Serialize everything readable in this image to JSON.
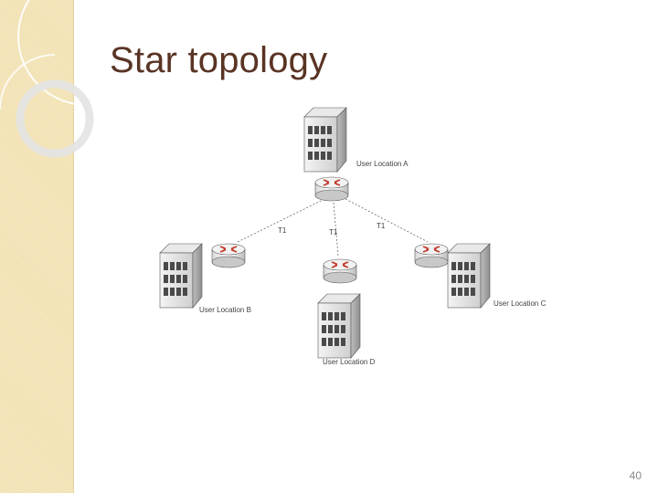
{
  "slide": {
    "title": "Star topology",
    "page_number": "40"
  },
  "diagram": {
    "locations": [
      {
        "id": "a",
        "label": "User Location A"
      },
      {
        "id": "b",
        "label": "User Location B"
      },
      {
        "id": "c",
        "label": "User Location C"
      },
      {
        "id": "d",
        "label": "User Location D"
      }
    ],
    "links": [
      {
        "id": "a-b",
        "label": "T1"
      },
      {
        "id": "a-d",
        "label": "T1"
      },
      {
        "id": "a-c",
        "label": "T1"
      }
    ]
  },
  "colors": {
    "sidebar": "#f2e2b4",
    "title": "#5a3424",
    "router_arrows": "#c0392b"
  }
}
